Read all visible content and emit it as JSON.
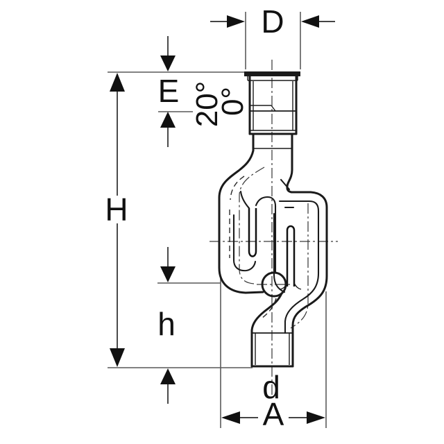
{
  "drawing": {
    "background_color": "#ffffff",
    "outline_color": "#1a1a1a",
    "dimension_line_color": "#6f6f6f",
    "text_color": "#111111",
    "labels": {
      "D": "D",
      "E": "E",
      "H": "H",
      "h": "h",
      "d": "d",
      "A": "A",
      "angle_max": "20°",
      "angle_min": "0°"
    }
  }
}
